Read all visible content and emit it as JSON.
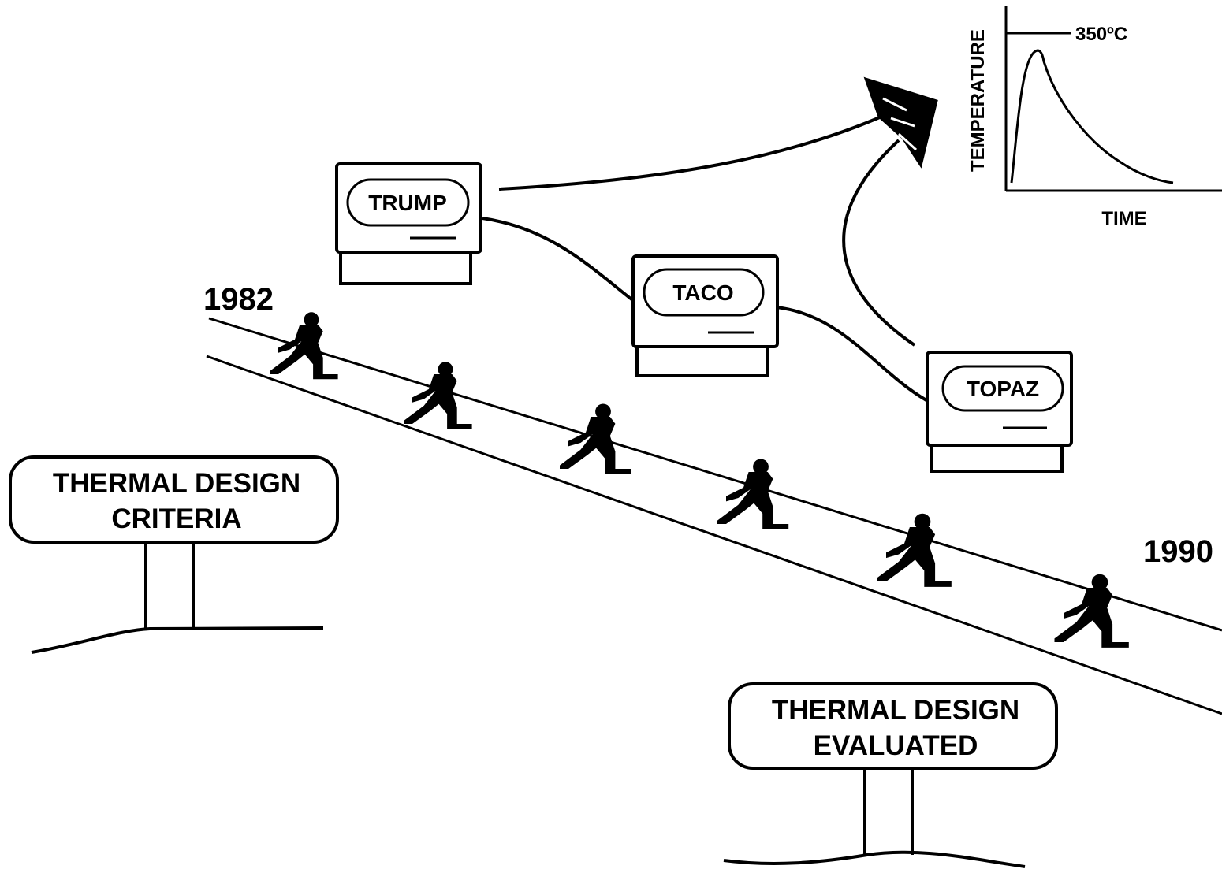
{
  "start_sign": {
    "line1": "THERMAL DESIGN",
    "line2": "CRITERIA"
  },
  "end_sign": {
    "line1": "THERMAL DESIGN",
    "line2": "EVALUATED"
  },
  "years": {
    "start": "1982",
    "end": "1990"
  },
  "codes": [
    {
      "label": "TRUMP"
    },
    {
      "label": "TACO"
    },
    {
      "label": "TOPAZ"
    }
  ],
  "inset_chart": {
    "ylabel": "TEMPERATURE",
    "xlabel": "TIME",
    "peak_label": "350ºC"
  },
  "colors": {
    "ink": "#000000",
    "paper": "#ffffff"
  }
}
